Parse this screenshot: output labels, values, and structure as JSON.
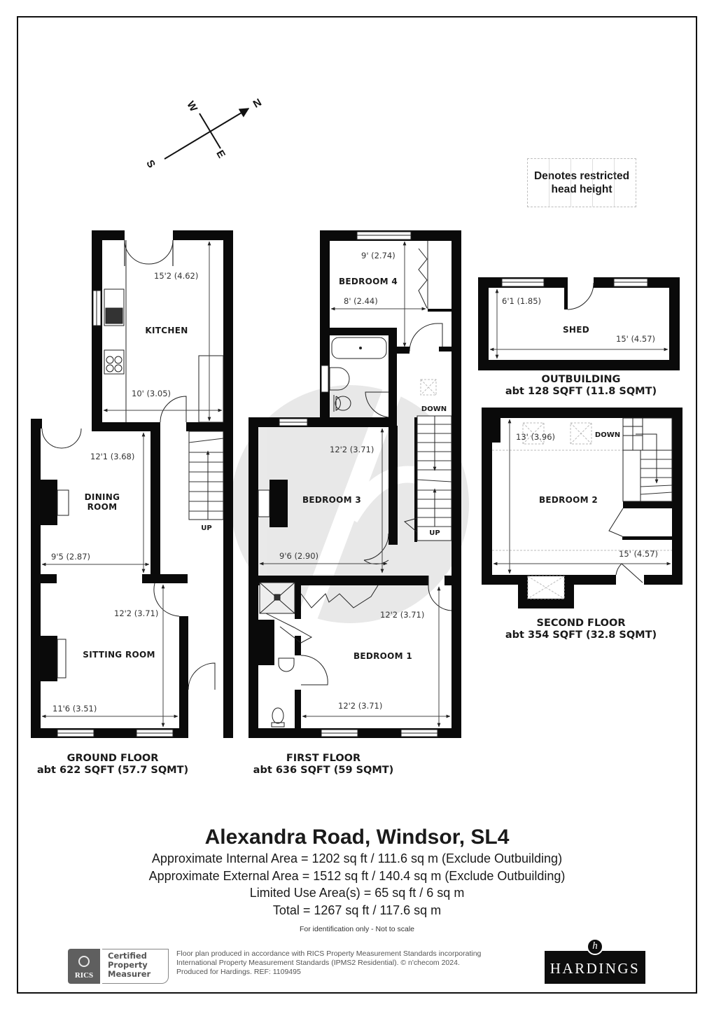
{
  "compass": {
    "north": "N",
    "south": "S",
    "east": "E",
    "west": "W"
  },
  "legend": {
    "restricted_head_height": "Denotes restricted head height",
    "line1": "Denotes restricted",
    "line2": "head height"
  },
  "ground_floor": {
    "title": "GROUND FLOOR",
    "area": "abt 622 SQFT (57.7 SQMT)",
    "rooms": {
      "kitchen": {
        "label": "KITCHEN",
        "length": "15'2 (4.62)",
        "width": "10' (3.05)"
      },
      "dining_room": {
        "label_line1": "DINING",
        "label_line2": "ROOM",
        "length": "12'1 (3.68)",
        "width": "9'5 (2.87)"
      },
      "sitting_room": {
        "label": "SITTING ROOM",
        "length": "12'2 (3.71)",
        "width": "11'6 (3.51)"
      }
    },
    "stairs_label": "UP"
  },
  "first_floor": {
    "title": "FIRST FLOOR",
    "area": "abt 636 SQFT (59 SQMT)",
    "rooms": {
      "bedroom_4": {
        "label": "BEDROOM 4",
        "length": "9' (2.74)",
        "width": "8' (2.44)"
      },
      "bedroom_3": {
        "label": "BEDROOM 3",
        "length": "12'2 (3.71)",
        "width": "9'6 (2.90)"
      },
      "bedroom_1": {
        "label": "BEDROOM 1",
        "length": "12'2 (3.71)",
        "width": "12'2 (3.71)"
      }
    },
    "stairs_down_label": "DOWN",
    "stairs_up_label": "UP"
  },
  "outbuilding": {
    "title": "OUTBUILDING",
    "area": "abt 128 SQFT (11.8 SQMT)",
    "rooms": {
      "shed": {
        "label": "SHED",
        "length": "6'1 (1.85)",
        "width": "15' (4.57)"
      }
    }
  },
  "second_floor": {
    "title": "SECOND FLOOR",
    "area": "abt 354 SQFT (32.8 SQMT)",
    "rooms": {
      "bedroom_2": {
        "label": "BEDROOM 2",
        "length": "13' (3.96)",
        "width": "15' (4.57)"
      }
    },
    "stairs_down_label": "DOWN"
  },
  "summary": {
    "address": "Alexandra Road, Windsor, SL4",
    "internal_area": "Approximate Internal Area = 1202 sq ft / 111.6 sq m (Exclude Outbuilding)",
    "external_area": "Approximate External Area = 1512 sq ft / 140.4 sq m (Exclude Outbuilding)",
    "limited_use": "Limited Use Area(s) = 65 sq ft / 6 sq m",
    "total": "Total = 1267 sq ft / 117.6 sq m",
    "note": "For identification only - Not to scale"
  },
  "footer": {
    "rics_mark": "RICS",
    "rics_badge": [
      "Certified",
      "Property",
      "Measurer"
    ],
    "disclaimer_lines": [
      "Floor plan produced in accordance with RICS Property Measurement Standards incorporating",
      "International Property Measurement Standards (IPMS2 Residential).   © n'checom 2024.",
      "Produced for Hardings.   REF:  1109495"
    ],
    "brand": "HARDINGS",
    "brand_monogram": "h"
  }
}
